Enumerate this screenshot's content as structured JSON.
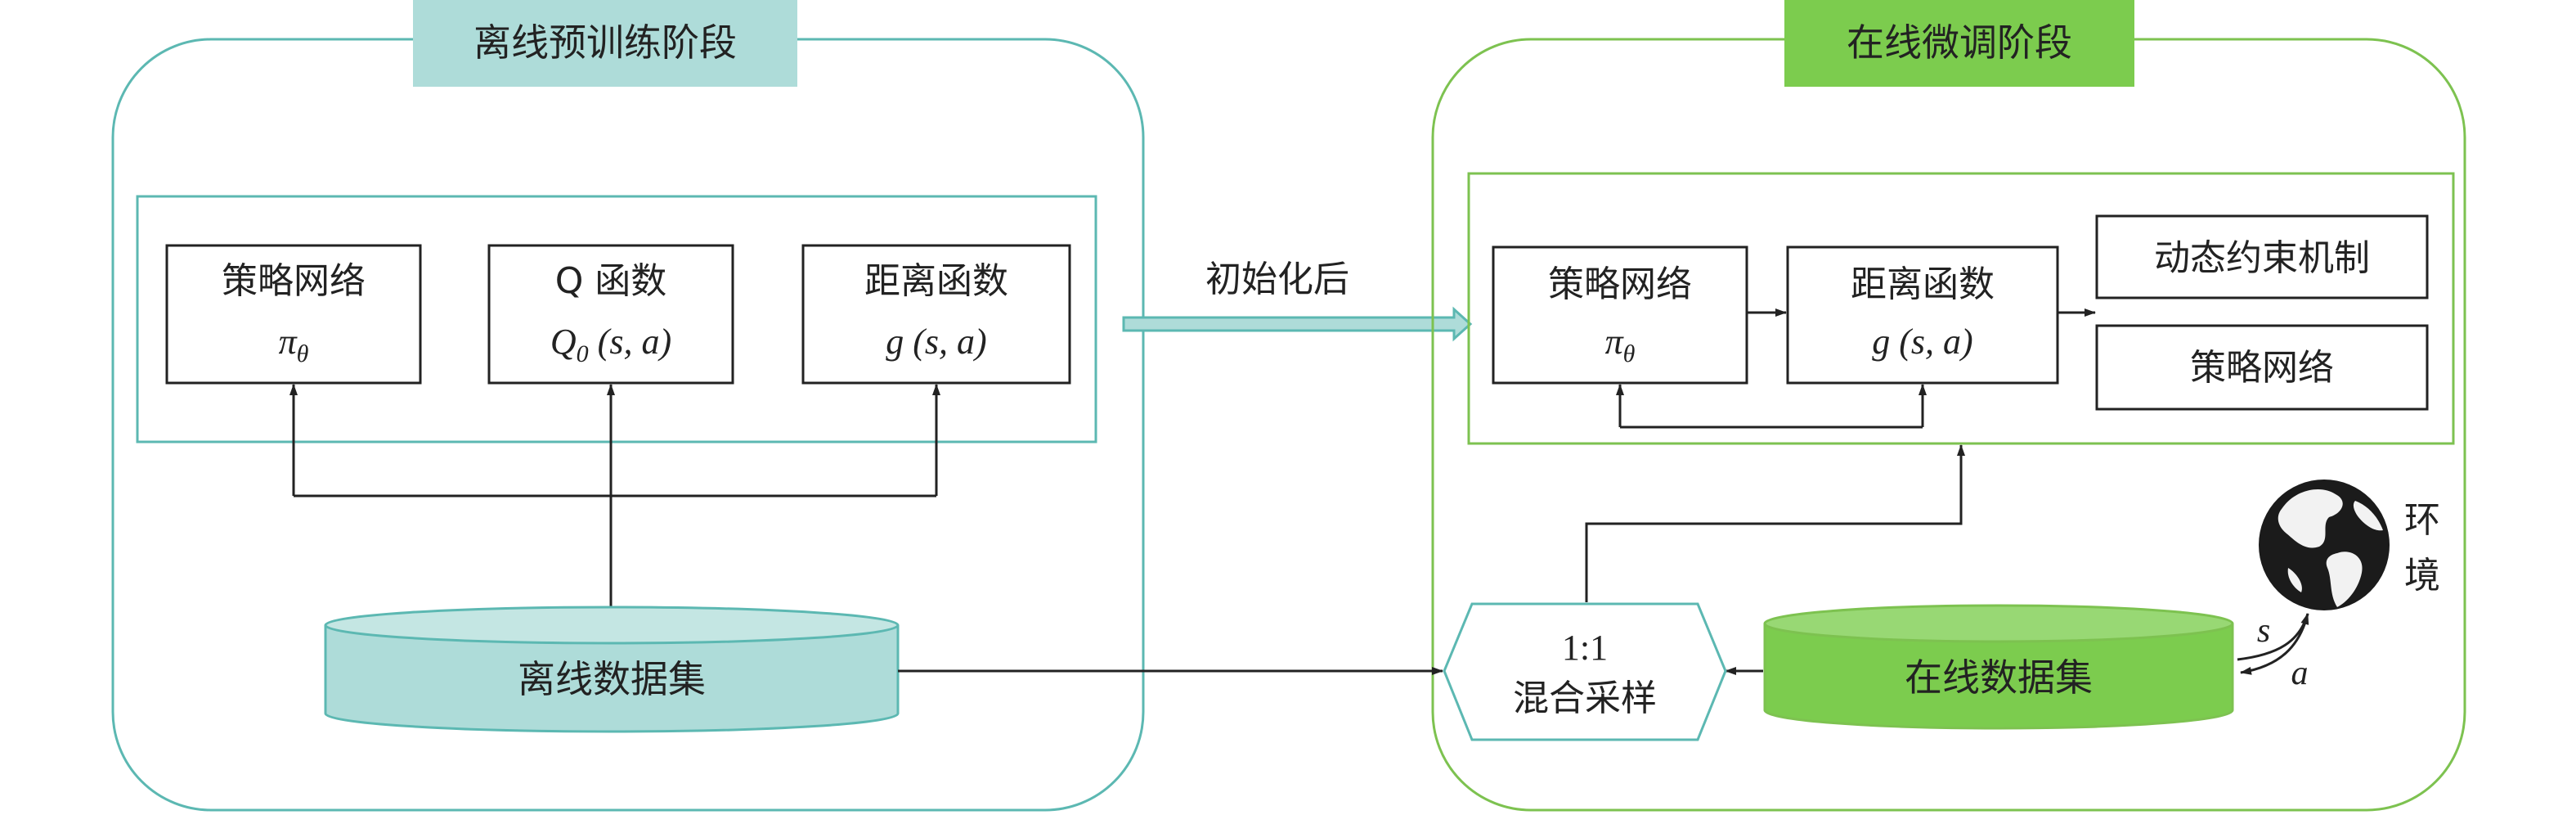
{
  "offline": {
    "stage_title": "离线预训练阶段",
    "policy_box": {
      "title": "策略网络",
      "symbol": "π",
      "subscript": "θ"
    },
    "q_box": {
      "title": "Q 函数",
      "symbol": "Q",
      "subscript": "0",
      "args": "(s, a)"
    },
    "distance_box": {
      "title": "距离函数",
      "symbol": "g",
      "args": "(s, a)"
    },
    "dataset": "离线数据集"
  },
  "transfer_label": "初始化后",
  "online": {
    "stage_title": "在线微调阶段",
    "policy_box": {
      "title": "策略网络",
      "symbol": "π",
      "subscript": "θ"
    },
    "distance_box": {
      "title": "距离函数",
      "symbol": "g",
      "args": "(s, a)"
    },
    "dynamic_constraint": "动态约束机制",
    "policy_output": "策略网络",
    "mix_sampling": {
      "ratio": "1:1",
      "label": "混合采样"
    },
    "dataset": "在线数据集",
    "environment": {
      "line1": "环",
      "line2": "境"
    },
    "state_label": "s",
    "action_label": "a"
  },
  "colors": {
    "offline_accent": "#5cb8b2",
    "offline_fill": "#aedcd9",
    "online_accent": "#7dc250",
    "online_fill": "#7ccc4e",
    "arrow": "#222222"
  }
}
